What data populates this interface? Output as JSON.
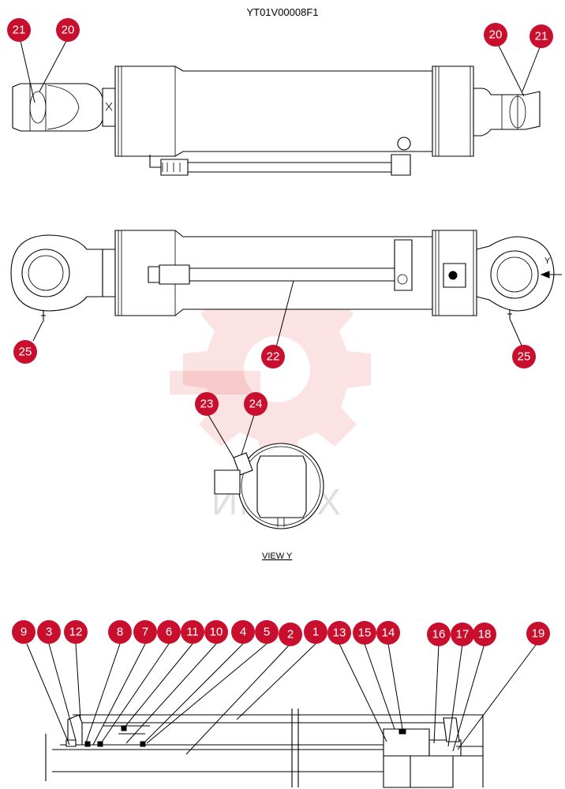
{
  "drawing": {
    "code": "YT01V00008F1",
    "view_label": "VIEW  Y",
    "view_marker": "Y",
    "watermark_text": "ИНТЕХ",
    "callout_color": "#c8102e"
  },
  "callouts": {
    "c21a": "21",
    "c20a": "20",
    "c20b": "20",
    "c21b": "21",
    "c25a": "25",
    "c22": "22",
    "c25b": "25",
    "c23": "23",
    "c24": "24",
    "c9": "9",
    "c3": "3",
    "c12": "12",
    "c8": "8",
    "c7": "7",
    "c6": "6",
    "c11": "11",
    "c10": "10",
    "c4": "4",
    "c5": "5",
    "c2": "2",
    "c1": "1",
    "c13": "13",
    "c15": "15",
    "c14": "14",
    "c16": "16",
    "c17": "17",
    "c18": "18",
    "c19": "19"
  }
}
